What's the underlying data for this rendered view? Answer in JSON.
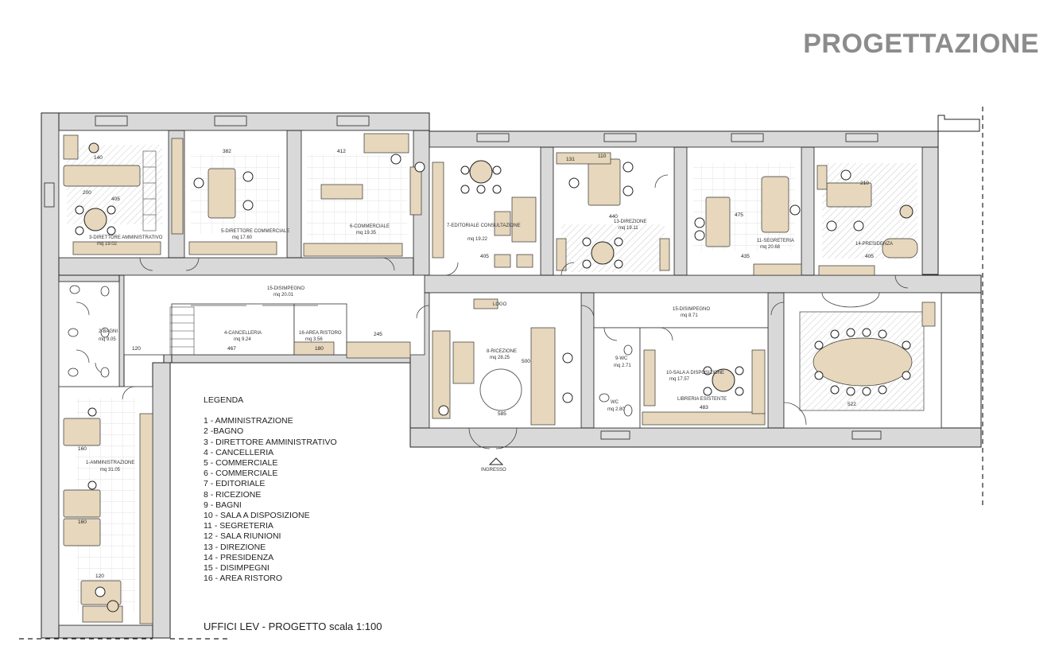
{
  "header": {
    "title": "PROGETTAZIONE"
  },
  "legend": {
    "title": "LEGENDA",
    "items": [
      "1 - AMMINISTRAZIONE",
      "2 -BAGNO",
      "3 - DIRETTORE AMMINISTRATIVO",
      "4 - CANCELLERIA",
      "5 - COMMERCIALE",
      "6 - COMMERCIALE",
      "7 - EDITORIALE",
      "8 - RICEZIONE",
      "9 - BAGNI",
      "10 - SALA A DISPOSIZIONE",
      "11 - SEGRETERIA",
      "12 - SALA RIUNIONI",
      "13 - DIREZIONE",
      "14 - PRESIDENZA",
      "15 - DISIMPEGNI",
      "16 - AREA RISTORO"
    ]
  },
  "caption": "UFFICI LEV - PROGETTO scala 1:100",
  "entrance": "INGRESSO",
  "rooms": {
    "r3": {
      "name": "3-DIRETTORE AMMINISTRATIVO",
      "area": "mq 19.02"
    },
    "r5": {
      "name": "5-DIRETTORE COMMERCIALE",
      "area": "mq 17.60"
    },
    "r6": {
      "name": "6-COMMERCIALE",
      "area": "mq 19.35"
    },
    "r7": {
      "name": "7-EDITORIALE CONSULTAZIONE",
      "area": "mq 19.22"
    },
    "r13": {
      "name": "13-DIREZIONE",
      "area": "mq 19.11"
    },
    "r11": {
      "name": "11-SEGRETERIA",
      "area": "mq 20.68"
    },
    "r14": {
      "name": "14-PRESIDENZA",
      "area": ""
    },
    "r15a": {
      "name": "15-DISIMPEGNO",
      "area": "mq 20.01"
    },
    "r15b": {
      "name": "15-DISIMPEGNO",
      "area": "mq 8.71"
    },
    "r2": {
      "name": "2-BAGNI",
      "area": "mq 9.05"
    },
    "r4": {
      "name": "4-CANCELLERIA",
      "area": "mq 9.24"
    },
    "r16": {
      "name": "16-AREA RISTORO",
      "area": "mq 3.56"
    },
    "r8": {
      "name": "8-RICEZIONE",
      "area": "mq 28.25"
    },
    "r9": {
      "name": "9-WC",
      "area": "mq 2.71"
    },
    "r9b": {
      "name": "WC",
      "area": "mq 2.80"
    },
    "r10": {
      "name": "10-SALA A DISPOSIZIONE",
      "area": "mq 17.57"
    },
    "r1": {
      "name": "1-AMMINISTRAZIONE",
      "area": "mq 31.05"
    },
    "logo": {
      "name": "LOGO",
      "area": ""
    },
    "libreria": {
      "name": "LIBRERIA ESISTENTE",
      "area": ""
    }
  },
  "dimensions": {
    "d200": "200",
    "d405": "405",
    "d382": "382",
    "d412": "412",
    "d110": "110",
    "d440": "440",
    "d475": "475",
    "d435": "435",
    "d210": "210",
    "d405b": "405",
    "d405c": "405",
    "d120": "120",
    "d467": "467",
    "d180": "180",
    "d245": "245",
    "d500": "500",
    "d585": "585",
    "d483": "483",
    "d522": "522",
    "d160": "160",
    "d160b": "160",
    "d120b": "120",
    "d131": "131",
    "d140": "140"
  },
  "colors": {
    "wall": "#d8d8d8",
    "wall_edge": "#222222",
    "furniture": "#e6d7bd",
    "floor_hatch": "#bfbfbf"
  }
}
